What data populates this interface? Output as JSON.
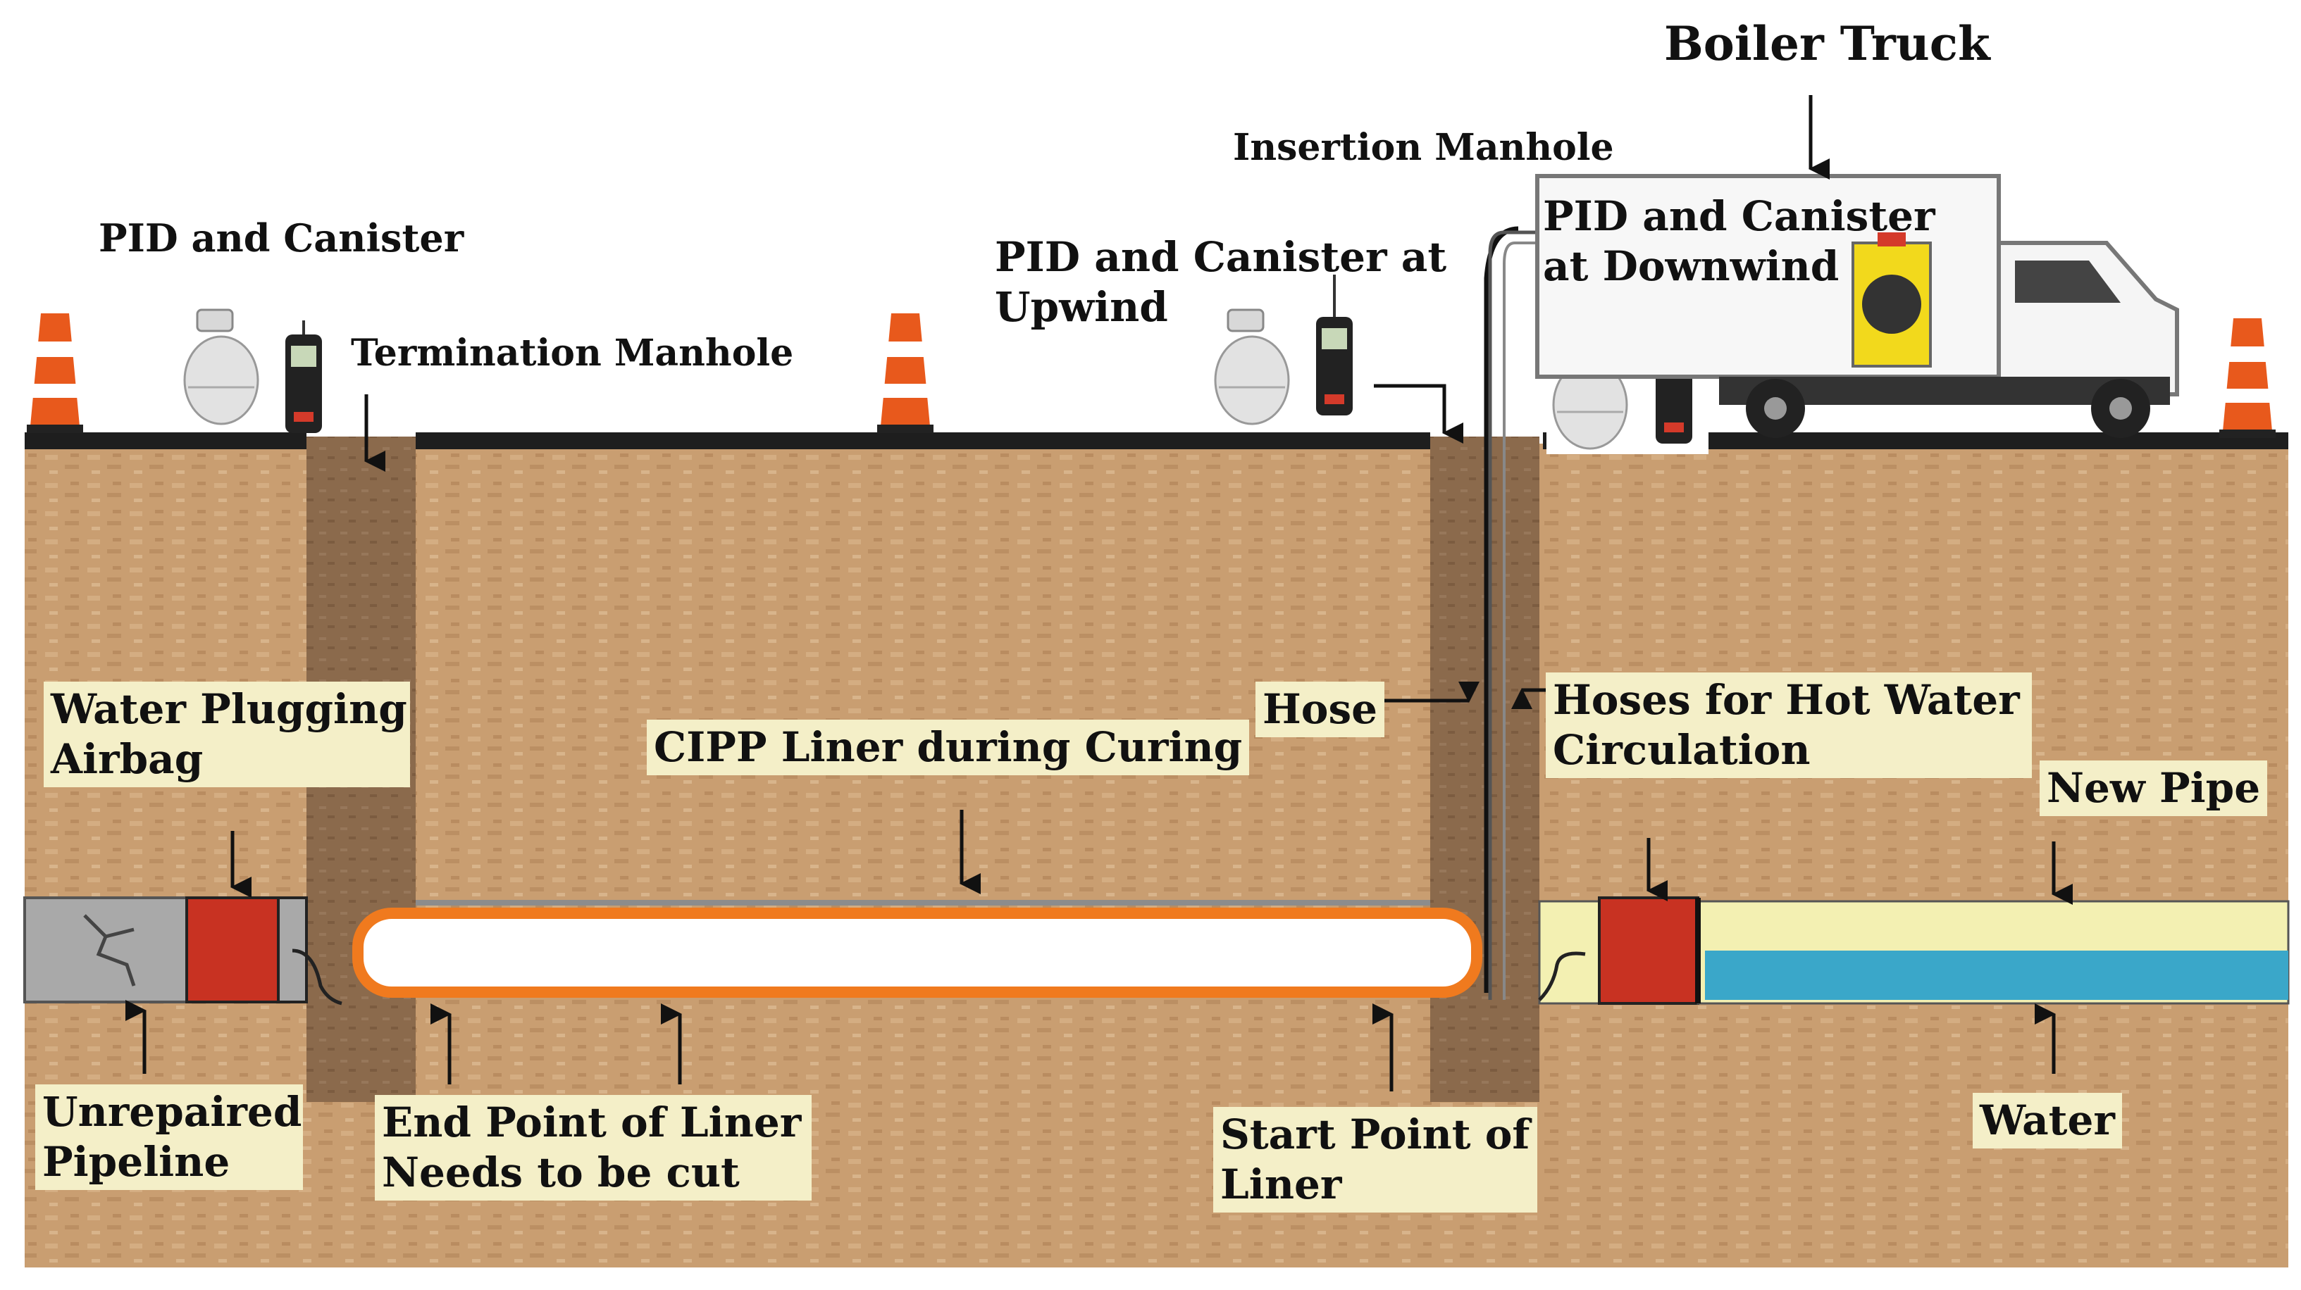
{
  "labels": {
    "boiler_truck": "Boiler Truck",
    "insertion_manhole": "Insertion Manhole",
    "pid_canister": "PID and Canister",
    "termination_manhole": "Termination Manhole",
    "pid_upwind_1": "PID and Canister at",
    "pid_upwind_2": "Upwind",
    "pid_downwind_1": "PID and Canister",
    "pid_downwind_2": "at Downwind",
    "water_plugging_1": "Water Plugging",
    "water_plugging_2": "Airbag",
    "cipp_liner": "CIPP Liner during Curing",
    "hose": "Hose",
    "hoses_hot_water_1": "Hoses for Hot Water",
    "hoses_hot_water_2": "Circulation",
    "new_pipe": "New Pipe",
    "unrepaired_1": "Unrepaired",
    "unrepaired_2": "Pipeline",
    "end_point_1": "End Point of Liner",
    "end_point_2": "Needs to be cut",
    "start_point_1": "Start Point of",
    "start_point_2": "Liner",
    "water": "Water"
  },
  "colors": {
    "soil": "#c99e71",
    "manhole_shaft": "#8b6a4c",
    "road": "#1e1e1e",
    "label_box": "#f4efc8",
    "liner_outline": "#f07a1e",
    "airbag": "#c83222",
    "new_pipe": "#f3f0b2",
    "water": "#3aa7c9",
    "unrepaired_pipe": "#a9a9a9",
    "cone_orange": "#e8591c"
  },
  "icons": [
    "traffic-cone-icon",
    "canister-icon",
    "pid-meter-icon",
    "boiler-truck-icon",
    "arrow-icon"
  ]
}
